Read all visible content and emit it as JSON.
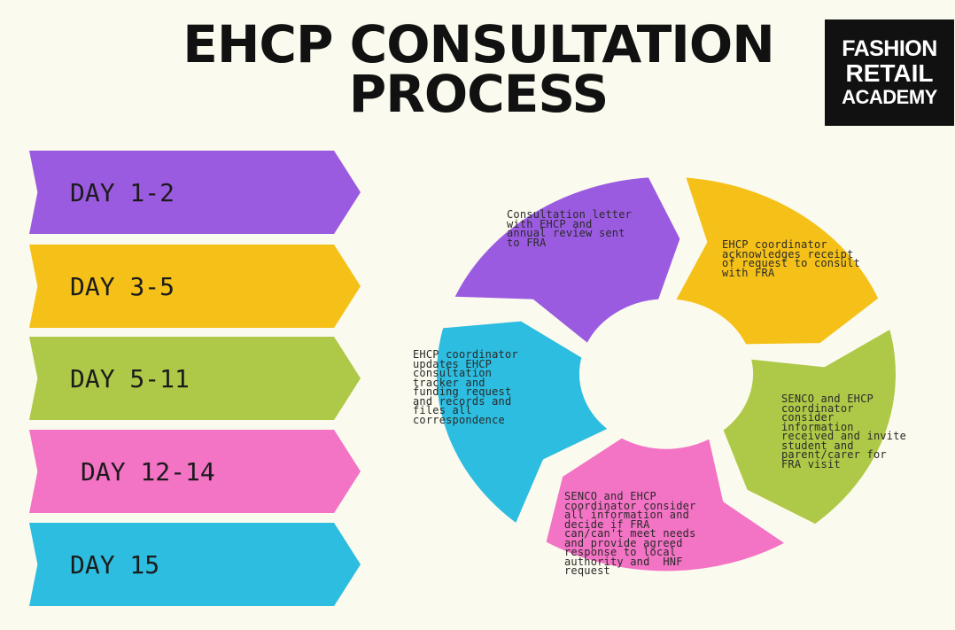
{
  "title": {
    "line1": "EHCP CONSULTATION",
    "line2": "PROCESS"
  },
  "logo": {
    "line1": "FASHION",
    "line2": "RETAIL",
    "line3": "ACADEMY"
  },
  "days": [
    {
      "label": "DAY 1-2",
      "color": "#9b5be0"
    },
    {
      "label": "DAY 3-5",
      "color": "#f5c119"
    },
    {
      "label": "DAY 5-11",
      "color": "#aec947"
    },
    {
      "label": "DAY 12-14",
      "color": "#f373c4"
    },
    {
      "label": "DAY 15",
      "color": "#2dbde0"
    }
  ],
  "cycle": [
    {
      "text": "Consultation letter\nwith EHCP and\nannual review sent\nto FRA",
      "color": "#9b5be0"
    },
    {
      "text": "EHCP coordinator\nacknowledges receipt\nof request to consult\nwith FRA",
      "color": "#f5c119"
    },
    {
      "text": "SENCO and EHCP\ncoordinator\nconsider\ninformation\nreceived and invite\nstudent and\nparent/carer for\nFRA visit",
      "color": "#aec947"
    },
    {
      "text": "SENCO and EHCP\ncoordinator consider\nall information and\ndecide if FRA\ncan/can't meet needs\nand provide agreed\nresponse to local\nauthority and  HNF\nrequest",
      "color": "#f373c4"
    },
    {
      "text": "EHCP coordinator\nupdates EHCP\nconsultation\ntracker and\nfunding request\nand records and\nfiles all\ncorrespondence",
      "color": "#2dbde0"
    }
  ]
}
